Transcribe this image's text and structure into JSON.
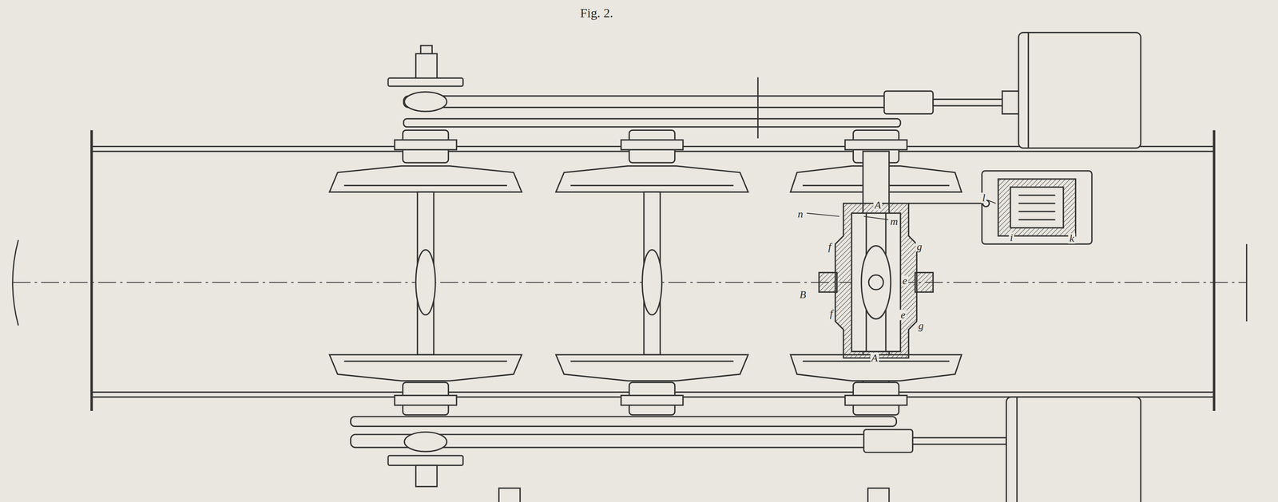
{
  "diagram": {
    "title": "Fig. 2.",
    "labels": [
      "l",
      "k",
      "i",
      "n",
      "m",
      "A",
      "f",
      "g",
      "e",
      "B",
      "f",
      "e",
      "g",
      "A"
    ]
  }
}
